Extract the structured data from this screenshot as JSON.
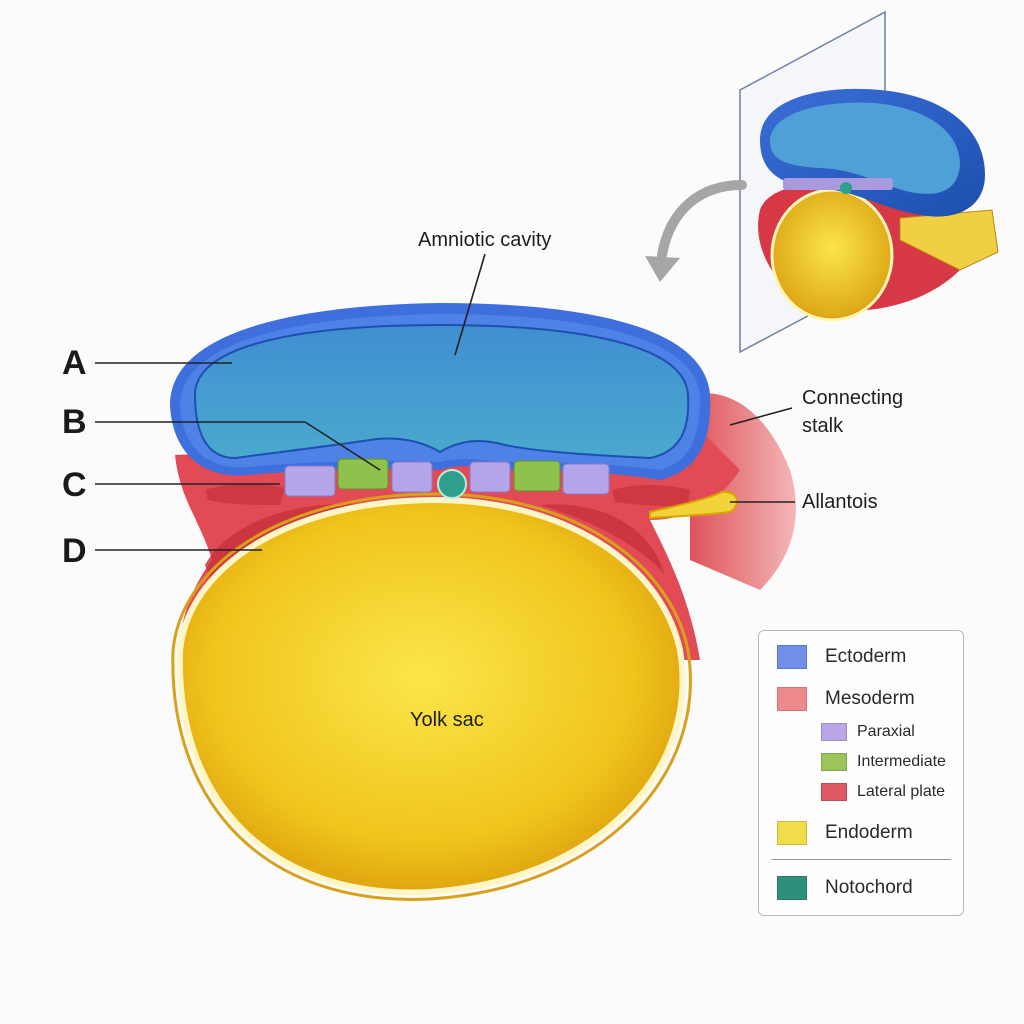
{
  "labels": {
    "amniotic_cavity": "Amniotic cavity",
    "yolk_sac": "Yolk sac",
    "connecting_stalk_line1": "Connecting",
    "connecting_stalk_line2": "stalk",
    "allantois": "Allantois",
    "letter_a": "A",
    "letter_b": "B",
    "letter_c": "C",
    "letter_d": "D"
  },
  "legend": {
    "ectoderm": "Ectoderm",
    "mesoderm": "Mesoderm",
    "paraxial": "Paraxial",
    "intermediate": "Intermediate",
    "lateral_plate": "Lateral plate",
    "endoderm": "Endoderm",
    "notochord": "Notochord"
  },
  "colors": {
    "ectoderm": "#6f8fe8",
    "mesoderm": "#ee8a8c",
    "paraxial": "#b9a6e6",
    "intermediate": "#9cc45a",
    "lateral_plate": "#e05a64",
    "endoderm": "#f2dc4a",
    "notochord": "#2e8f7a"
  }
}
